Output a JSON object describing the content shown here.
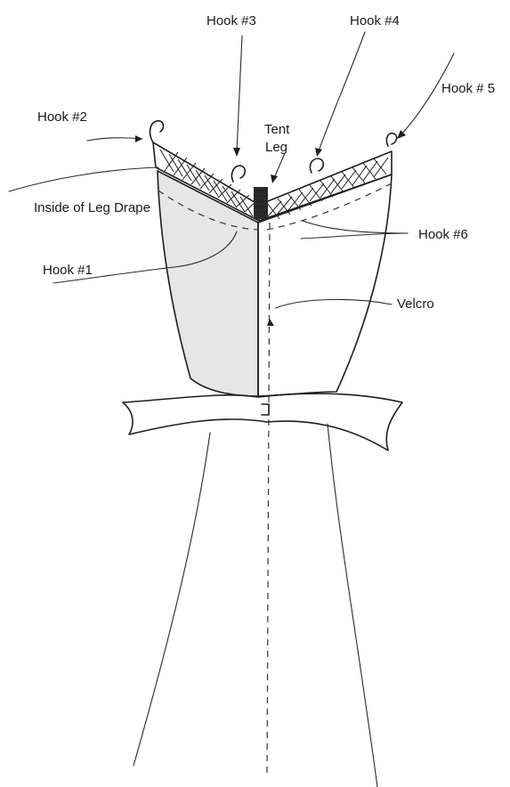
{
  "labels": {
    "hook2": "Hook #2",
    "hook3": "Hook #3",
    "hook4": "Hook #4",
    "hook5": "Hook # 5",
    "tent_leg_line1": "Tent",
    "tent_leg_line2": "Leg",
    "inside_leg_drape": "Inside of Leg Drape",
    "hook6": "Hook #6",
    "hook1": "Hook #1",
    "velcro": "Velcro"
  },
  "colors": {
    "ink": "#1e1e1e",
    "drape_fill": "#e6e6e6",
    "background": "#ffffff"
  }
}
